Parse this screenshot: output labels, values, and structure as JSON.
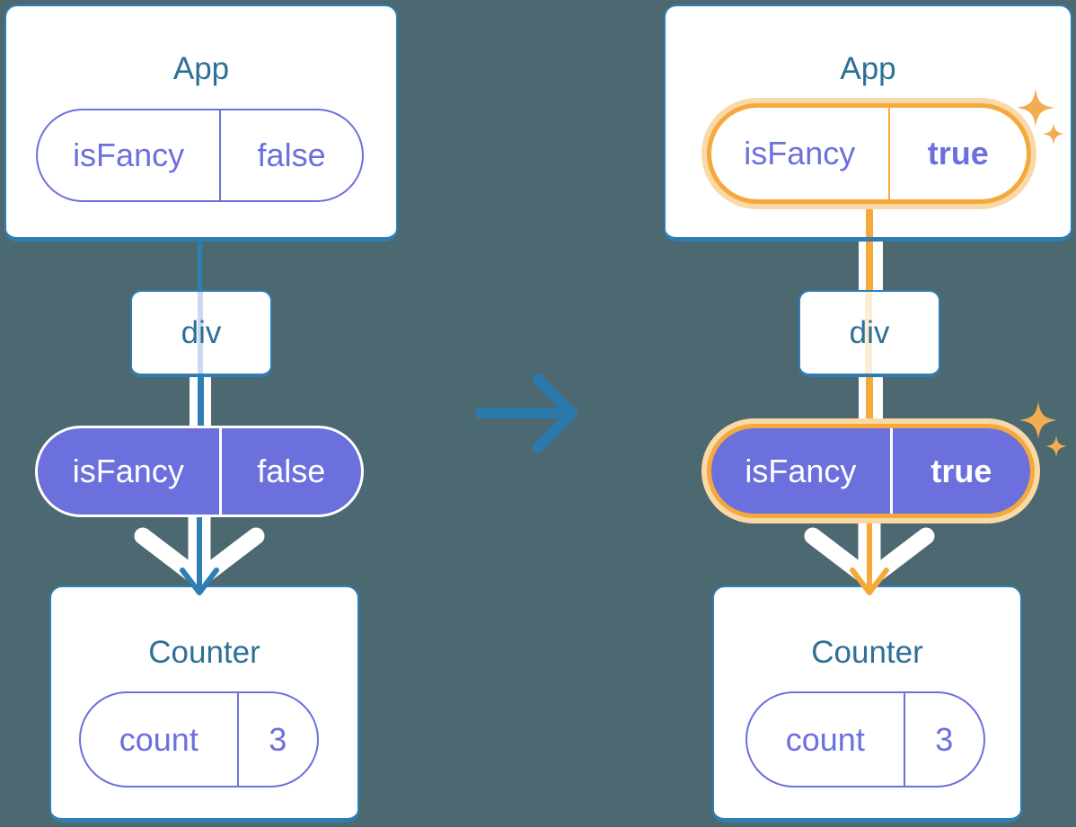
{
  "colors": {
    "background": "#4C6971",
    "card_background": "#FFFFFF",
    "card_border_blue": "#2E7EB3",
    "title_text_teal": "#2E7096",
    "purple": "#6B70DC",
    "blue_connector": "#2E7EB3",
    "orange_highlight": "#F5A93B",
    "orange_glow": "#FAD9A8",
    "sparkle_orange": "#F3AC4F",
    "through_div_lavender": "#CBD8F0",
    "through_div_cream": "#FBEDD6"
  },
  "before_tree": {
    "app": {
      "title": "App",
      "prop": {
        "name": "isFancy",
        "value": "false"
      }
    },
    "div": {
      "label": "div"
    },
    "passed_prop": {
      "name": "isFancy",
      "value": "false"
    },
    "counter": {
      "title": "Counter",
      "state": {
        "name": "count",
        "value": "3"
      }
    }
  },
  "after_tree": {
    "app": {
      "title": "App",
      "prop": {
        "name": "isFancy",
        "value": "true"
      }
    },
    "div": {
      "label": "div"
    },
    "passed_prop": {
      "name": "isFancy",
      "value": "true"
    },
    "counter": {
      "title": "Counter",
      "state": {
        "name": "count",
        "value": "3"
      }
    }
  },
  "icons": {
    "transition_arrow": "right-arrow",
    "pass_down_arrow": "down-chevron-arrow",
    "sparkles": "sparkle-stars"
  }
}
